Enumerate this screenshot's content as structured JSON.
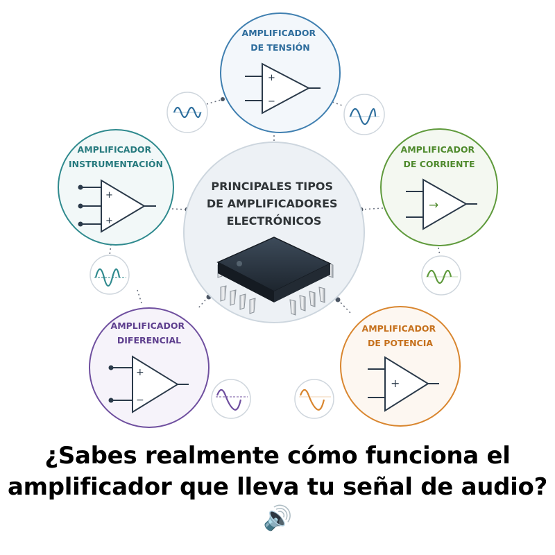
{
  "center": {
    "title_lines": [
      "PRINCIPALES TIPOS",
      "DE AMPLIFICADORES",
      "ELECTRÓNICOS"
    ]
  },
  "nodes": {
    "tension": {
      "lines": [
        "AMPLIFICADOR",
        "DE TENSIÓN"
      ],
      "color": "#3f7fb0",
      "pins": [
        "+",
        "−"
      ]
    },
    "instrum": {
      "lines": [
        "AMPLIFICADOR",
        "INSTRUMENTACIÓN"
      ],
      "color": "#2f8a8e",
      "pins": [
        "+",
        "+"
      ]
    },
    "corriente": {
      "lines": [
        "AMPLIFICADOR",
        "DE CORRIENTE"
      ],
      "color": "#5f9a3c",
      "pins": [
        "→"
      ]
    },
    "diferencial": {
      "lines": [
        "AMPLIFICADOR",
        "DIFERENCIAL"
      ],
      "color": "#6f4f9f",
      "pins": [
        "+",
        "−"
      ]
    },
    "potencia": {
      "lines": [
        "AMPLIFICADOR",
        "DE POTENCIA"
      ],
      "color": "#d9862f",
      "pins": [
        "+"
      ]
    }
  },
  "headline": {
    "text": "¿Sabes realmente cómo funciona el amplificador que lleva tu señal de audio? 🔊"
  }
}
